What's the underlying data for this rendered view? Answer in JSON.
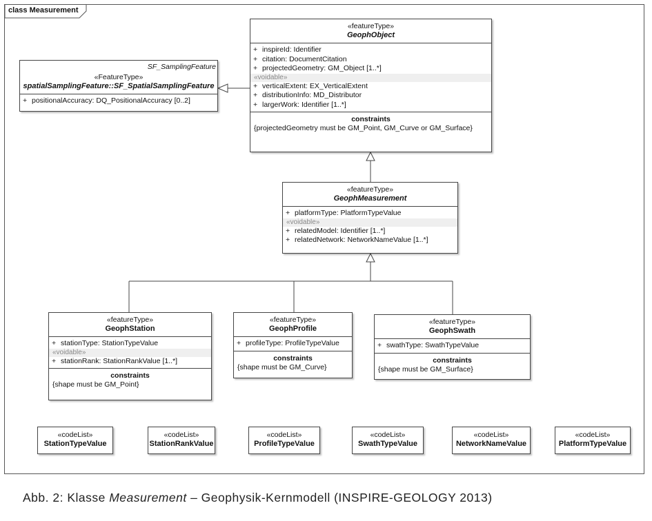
{
  "frame": {
    "label": "class Measurement"
  },
  "classes": {
    "geoph_object": {
      "stereotype": "«featureType»",
      "name": "GeophObject",
      "attrs": [
        "inspireId:  Identifier",
        "citation:  DocumentCitation",
        "projectedGeometry:  GM_Object [1..*]"
      ],
      "voidable_label": "«voidable»",
      "voidable_attrs": [
        "verticalExtent:  EX_VerticalExtent",
        "distributionInfo:  MD_Distributor",
        "largerWork:  Identifier [1..*]"
      ],
      "constraints_title": "constraints",
      "constraints_text": "{projectedGeometry must be GM_Point, GM_Curve or GM_Surface}"
    },
    "sf_spatial": {
      "template": "SF_SamplingFeature",
      "stereotype": "«FeatureType»",
      "name": "spatialSamplingFeature::SF_SpatialSamplingFeature",
      "attrs": [
        "positionalAccuracy:  DQ_PositionalAccuracy [0..2]"
      ]
    },
    "geoph_measurement": {
      "stereotype": "«featureType»",
      "name": "GeophMeasurement",
      "attrs": [
        "platformType:  PlatformTypeValue"
      ],
      "voidable_label": "«voidable»",
      "voidable_attrs": [
        "relatedModel:  Identifier [1..*]",
        "relatedNetwork:  NetworkNameValue [1..*]"
      ]
    },
    "geoph_station": {
      "stereotype": "«featureType»",
      "name": "GeophStation",
      "attrs": [
        "stationType:  StationTypeValue"
      ],
      "voidable_label": "«voidable»",
      "voidable_attrs": [
        "stationRank:  StationRankValue [1..*]"
      ],
      "constraints_title": "constraints",
      "constraints_text": "{shape must be GM_Point}"
    },
    "geoph_profile": {
      "stereotype": "«featureType»",
      "name": "GeophProfile",
      "attrs": [
        "profileType:  ProfileTypeValue"
      ],
      "constraints_title": "constraints",
      "constraints_text": "{shape must be GM_Curve}"
    },
    "geoph_swath": {
      "stereotype": "«featureType»",
      "name": "GeophSwath",
      "attrs": [
        "swathType:  SwathTypeValue"
      ],
      "constraints_title": "constraints",
      "constraints_text": "{shape must be GM_Surface}"
    }
  },
  "codelists": [
    {
      "stereotype": "«codeList»",
      "name": "StationTypeValue"
    },
    {
      "stereotype": "«codeList»",
      "name": "StationRankValue"
    },
    {
      "stereotype": "«codeList»",
      "name": "ProfileTypeValue"
    },
    {
      "stereotype": "«codeList»",
      "name": "SwathTypeValue"
    },
    {
      "stereotype": "«codeList»",
      "name": "NetworkNameValue"
    },
    {
      "stereotype": "«codeList»",
      "name": "PlatformTypeValue"
    }
  ],
  "attr_marker": "+",
  "caption": {
    "prefix": "Abb. 2: Klasse ",
    "emph": "Measurement",
    "suffix": " – Geophysik-Kernmodell (INSPIRE-GEOLOGY 2013)"
  }
}
